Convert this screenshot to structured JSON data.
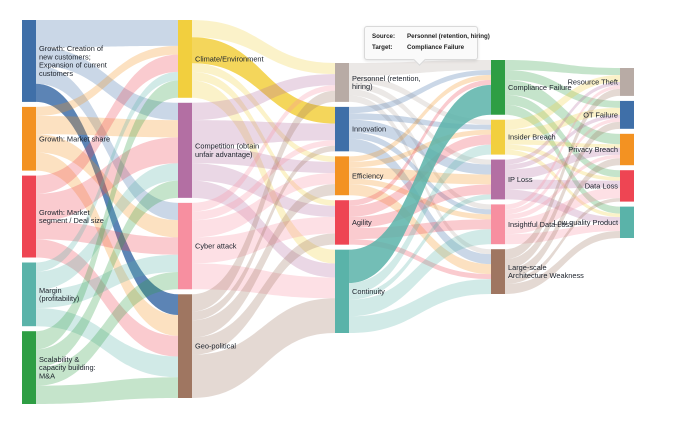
{
  "nodes": [
    {
      "id": "growth_new",
      "label": "Growth: Creation of new customers; Expansion of current customers",
      "color": "#3f6fa8"
    },
    {
      "id": "growth_share",
      "label": "Growth: Market share",
      "color": "#f39222"
    },
    {
      "id": "growth_seg",
      "label": "Growth: Market segment / Deal size",
      "color": "#ee4553"
    },
    {
      "id": "margin",
      "label": "Margin (profitability)",
      "color": "#5ab3a9"
    },
    {
      "id": "scalability",
      "label": "Scalability & capacity building: M&A",
      "color": "#2e9e44"
    },
    {
      "id": "climate",
      "label": "Climate/Environment",
      "color": "#f2cf3e"
    },
    {
      "id": "competition",
      "label": "Competition (obtain unfair advantage)",
      "color": "#b36fa3"
    },
    {
      "id": "cyber",
      "label": "Cyber attack",
      "color": "#f78fa0"
    },
    {
      "id": "geo",
      "label": "Geo-political",
      "color": "#9f7661"
    },
    {
      "id": "personnel",
      "label": "Personnel (retention, hiring)",
      "color": "#b8aba5"
    },
    {
      "id": "innovation",
      "label": "Innovation",
      "color": "#3f6fa8"
    },
    {
      "id": "efficiency",
      "label": "Efficiency",
      "color": "#f39222"
    },
    {
      "id": "agility",
      "label": "Agility",
      "color": "#ee4553"
    },
    {
      "id": "continuity",
      "label": "Continuity",
      "color": "#5ab3a9"
    },
    {
      "id": "compliance",
      "label": "Compliance Failure",
      "color": "#2e9e44"
    },
    {
      "id": "insider",
      "label": "Insider Breach",
      "color": "#f2cf3e"
    },
    {
      "id": "iploss",
      "label": "IP Loss",
      "color": "#b36fa3"
    },
    {
      "id": "insightful",
      "label": "Insightful Data Loss",
      "color": "#f78fa0"
    },
    {
      "id": "largescale",
      "label": "Large-scale Architecture Weakness",
      "color": "#9f7661"
    },
    {
      "id": "resource",
      "label": "Resource Theft",
      "color": "#b8aba5"
    },
    {
      "id": "otfail",
      "label": "OT Failure",
      "color": "#3f6fa8"
    },
    {
      "id": "privacy",
      "label": "Privacy Breach",
      "color": "#f39222"
    },
    {
      "id": "dataloss",
      "label": "Data Loss",
      "color": "#ee4553"
    },
    {
      "id": "lowquality",
      "label": "Low quality Product",
      "color": "#5ab3a9"
    }
  ],
  "links": [
    {
      "source": "growth_new",
      "target": "climate",
      "value": 3
    },
    {
      "source": "growth_new",
      "target": "competition",
      "value": 2
    },
    {
      "source": "growth_new",
      "target": "cyber",
      "value": 2
    },
    {
      "source": "growth_new",
      "target": "geo",
      "value": 2
    },
    {
      "source": "growth_share",
      "target": "climate",
      "value": 1
    },
    {
      "source": "growth_share",
      "target": "competition",
      "value": 2
    },
    {
      "source": "growth_share",
      "target": "cyber",
      "value": 2
    },
    {
      "source": "growth_share",
      "target": "geo",
      "value": 2
    },
    {
      "source": "growth_seg",
      "target": "climate",
      "value": 2
    },
    {
      "source": "growth_seg",
      "target": "competition",
      "value": 3
    },
    {
      "source": "growth_seg",
      "target": "cyber",
      "value": 2
    },
    {
      "source": "growth_seg",
      "target": "geo",
      "value": 2
    },
    {
      "source": "margin",
      "target": "climate",
      "value": 1
    },
    {
      "source": "margin",
      "target": "competition",
      "value": 2
    },
    {
      "source": "margin",
      "target": "cyber",
      "value": 2
    },
    {
      "source": "margin",
      "target": "geo",
      "value": 2
    },
    {
      "source": "scalability",
      "target": "climate",
      "value": 2
    },
    {
      "source": "scalability",
      "target": "competition",
      "value": 2
    },
    {
      "source": "scalability",
      "target": "cyber",
      "value": 2
    },
    {
      "source": "scalability",
      "target": "geo",
      "value": 2
    },
    {
      "source": "climate",
      "target": "personnel",
      "value": 2
    },
    {
      "source": "climate",
      "target": "innovation",
      "value": 3
    },
    {
      "source": "climate",
      "target": "efficiency",
      "value": 1
    },
    {
      "source": "climate",
      "target": "agility",
      "value": 1
    },
    {
      "source": "climate",
      "target": "continuity",
      "value": 2
    },
    {
      "source": "competition",
      "target": "personnel",
      "value": 2
    },
    {
      "source": "competition",
      "target": "innovation",
      "value": 3
    },
    {
      "source": "competition",
      "target": "efficiency",
      "value": 2
    },
    {
      "source": "competition",
      "target": "agility",
      "value": 2
    },
    {
      "source": "competition",
      "target": "continuity",
      "value": 2
    },
    {
      "source": "cyber",
      "target": "personnel",
      "value": 1
    },
    {
      "source": "cyber",
      "target": "innovation",
      "value": 1
    },
    {
      "source": "cyber",
      "target": "efficiency",
      "value": 2
    },
    {
      "source": "cyber",
      "target": "agility",
      "value": 3
    },
    {
      "source": "cyber",
      "target": "continuity",
      "value": 3
    },
    {
      "source": "geo",
      "target": "personnel",
      "value": 2
    },
    {
      "source": "geo",
      "target": "innovation",
      "value": 1
    },
    {
      "source": "geo",
      "target": "efficiency",
      "value": 2
    },
    {
      "source": "geo",
      "target": "agility",
      "value": 2
    },
    {
      "source": "geo",
      "target": "continuity",
      "value": 5
    },
    {
      "source": "personnel",
      "target": "compliance",
      "value": 2
    },
    {
      "source": "personnel",
      "target": "insider",
      "value": 1
    },
    {
      "source": "personnel",
      "target": "iploss",
      "value": 1
    },
    {
      "source": "personnel",
      "target": "insightful",
      "value": 1
    },
    {
      "source": "personnel",
      "target": "largescale",
      "value": 1
    },
    {
      "source": "innovation",
      "target": "compliance",
      "value": 1
    },
    {
      "source": "innovation",
      "target": "insider",
      "value": 1
    },
    {
      "source": "innovation",
      "target": "iploss",
      "value": 2
    },
    {
      "source": "innovation",
      "target": "insightful",
      "value": 1
    },
    {
      "source": "innovation",
      "target": "largescale",
      "value": 2
    },
    {
      "source": "efficiency",
      "target": "compliance",
      "value": 1
    },
    {
      "source": "efficiency",
      "target": "insider",
      "value": 1
    },
    {
      "source": "efficiency",
      "target": "iploss",
      "value": 2
    },
    {
      "source": "efficiency",
      "target": "insightful",
      "value": 1
    },
    {
      "source": "efficiency",
      "target": "largescale",
      "value": 2
    },
    {
      "source": "agility",
      "target": "compliance",
      "value": 1
    },
    {
      "source": "agility",
      "target": "insider",
      "value": 2
    },
    {
      "source": "agility",
      "target": "iploss",
      "value": 2
    },
    {
      "source": "agility",
      "target": "insightful",
      "value": 2
    },
    {
      "source": "agility",
      "target": "largescale",
      "value": 1
    },
    {
      "source": "continuity",
      "target": "compliance",
      "value": 6
    },
    {
      "source": "continuity",
      "target": "insider",
      "value": 2
    },
    {
      "source": "continuity",
      "target": "iploss",
      "value": 1
    },
    {
      "source": "continuity",
      "target": "insightful",
      "value": 3
    },
    {
      "source": "continuity",
      "target": "largescale",
      "value": 3
    },
    {
      "source": "compliance",
      "target": "resource",
      "value": 2
    },
    {
      "source": "compliance",
      "target": "otfail",
      "value": 2
    },
    {
      "source": "compliance",
      "target": "privacy",
      "value": 3
    },
    {
      "source": "compliance",
      "target": "dataloss",
      "value": 2
    },
    {
      "source": "compliance",
      "target": "lowquality",
      "value": 2
    },
    {
      "source": "insider",
      "target": "resource",
      "value": 2
    },
    {
      "source": "insider",
      "target": "otfail",
      "value": 2
    },
    {
      "source": "insider",
      "target": "privacy",
      "value": 1
    },
    {
      "source": "insider",
      "target": "dataloss",
      "value": 1
    },
    {
      "source": "insider",
      "target": "lowquality",
      "value": 1
    },
    {
      "source": "iploss",
      "target": "resource",
      "value": 1
    },
    {
      "source": "iploss",
      "target": "otfail",
      "value": 1
    },
    {
      "source": "iploss",
      "target": "privacy",
      "value": 2
    },
    {
      "source": "iploss",
      "target": "dataloss",
      "value": 2
    },
    {
      "source": "iploss",
      "target": "lowquality",
      "value": 2
    },
    {
      "source": "insightful",
      "target": "resource",
      "value": 1
    },
    {
      "source": "insightful",
      "target": "otfail",
      "value": 1
    },
    {
      "source": "insightful",
      "target": "privacy",
      "value": 1
    },
    {
      "source": "insightful",
      "target": "dataloss",
      "value": 3
    },
    {
      "source": "insightful",
      "target": "lowquality",
      "value": 2
    },
    {
      "source": "largescale",
      "target": "resource",
      "value": 2
    },
    {
      "source": "largescale",
      "target": "otfail",
      "value": 2
    },
    {
      "source": "largescale",
      "target": "privacy",
      "value": 2
    },
    {
      "source": "largescale",
      "target": "dataloss",
      "value": 1
    },
    {
      "source": "largescale",
      "target": "lowquality",
      "value": 2
    }
  ],
  "tooltip": {
    "source_label": "Source:",
    "source_value": "Personnel (retention, hiring)",
    "target_label": "Target:",
    "target_value": "Compliance Failure"
  }
}
